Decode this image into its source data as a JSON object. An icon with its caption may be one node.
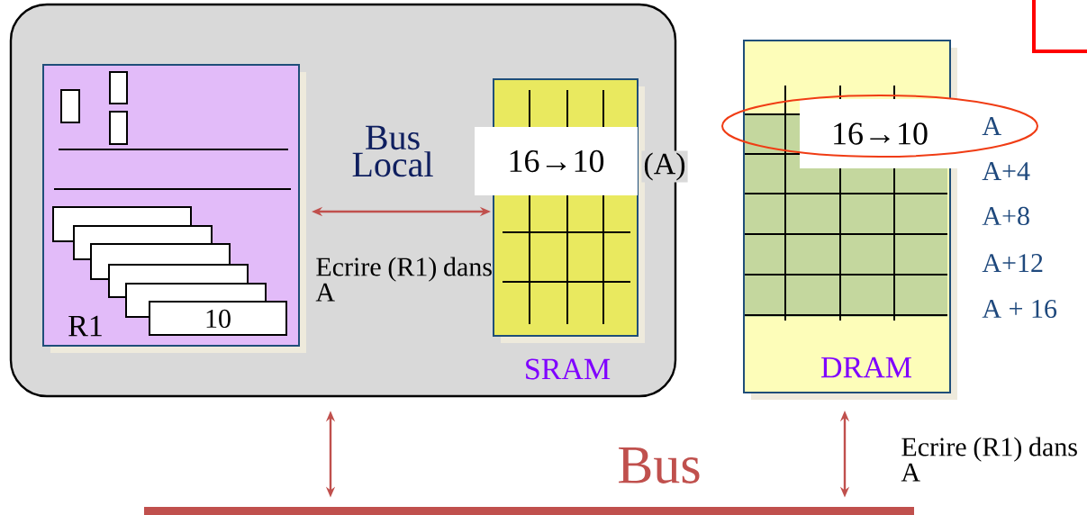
{
  "diagram": {
    "nodes": [
      {
        "text": [],
        "shape": "box"
      },
      {
        "text": [
          "R1",
          "10"
        ],
        "in": 0
      },
      {
        "text": [
          "SRAM"
        ],
        "in": 0
      },
      {
        "text": [
          "16→10"
        ],
        "in": 0,
        "beside": [
          "(A)"
        ]
      },
      {
        "text": [
          "DRAM"
        ]
      },
      {
        "text": [
          "16→10"
        ],
        "in": 4
      },
      {
        "text": [
          "Bus"
        ]
      }
    ],
    "edges": [
      {
        "from": 1,
        "to": 2,
        "arrow": "both",
        "label": "Bus Local"
      },
      {
        "from": 0,
        "to": 6,
        "arrow": "both"
      },
      {
        "from": 4,
        "to": 6,
        "arrow": "both"
      }
    ],
    "labels": [
      "Ecrire (R1) dans A",
      "A",
      "A+4",
      "A+8",
      "A+12",
      "A + 16",
      "Ecrire (R1) dans A"
    ]
  }
}
